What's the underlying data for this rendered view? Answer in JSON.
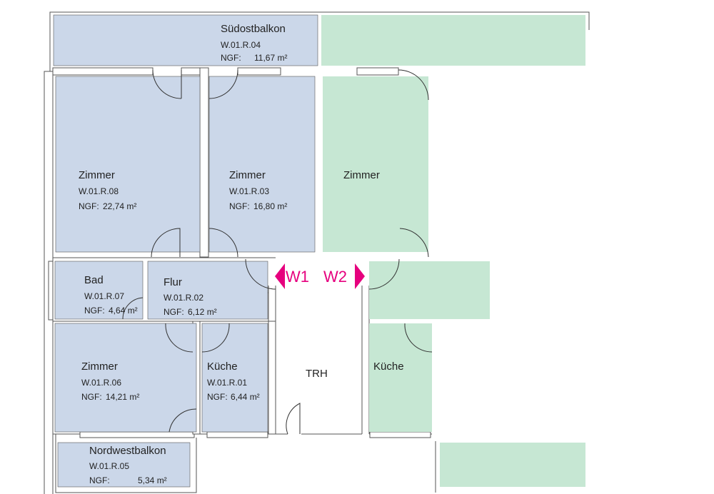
{
  "colors": {
    "unit_w1": "#cbd7e9",
    "unit_w2": "#c6e7d3",
    "marker": "#e6007e"
  },
  "rooms": [
    {
      "id": "suedostbalkon",
      "name": "Südostbalkon",
      "code": "W.01.R.04",
      "ngf_label": "NGF:",
      "ngf": "11,67 m²"
    },
    {
      "id": "zimmer-08",
      "name": "Zimmer",
      "code": "W.01.R.08",
      "ngf_label": "NGF:",
      "ngf": "22,74 m²"
    },
    {
      "id": "zimmer-03",
      "name": "Zimmer",
      "code": "W.01.R.03",
      "ngf_label": "NGF:",
      "ngf": "16,80 m²"
    },
    {
      "id": "bad",
      "name": "Bad",
      "code": "W.01.R.07",
      "ngf_label": "NGF:",
      "ngf": "4,64 m²"
    },
    {
      "id": "flur",
      "name": "Flur",
      "code": "W.01.R.02",
      "ngf_label": "NGF:",
      "ngf": "6,12 m²"
    },
    {
      "id": "zimmer-06",
      "name": "Zimmer",
      "code": "W.01.R.06",
      "ngf_label": "NGF:",
      "ngf": "14,21 m²"
    },
    {
      "id": "kueche-01",
      "name": "Küche",
      "code": "W.01.R.01",
      "ngf_label": "NGF:",
      "ngf": "6,44 m²"
    },
    {
      "id": "nordwestbalkon",
      "name": "Nordwestbalkon",
      "code": "W.01.R.05",
      "ngf_label": "NGF:",
      "ngf": "5,34 m²"
    }
  ],
  "other_rooms": {
    "trh": "TRH",
    "w2_zimmer": "Zimmer",
    "w2_kueche": "Küche"
  },
  "units": {
    "w1": "W1",
    "w2": "W2"
  }
}
